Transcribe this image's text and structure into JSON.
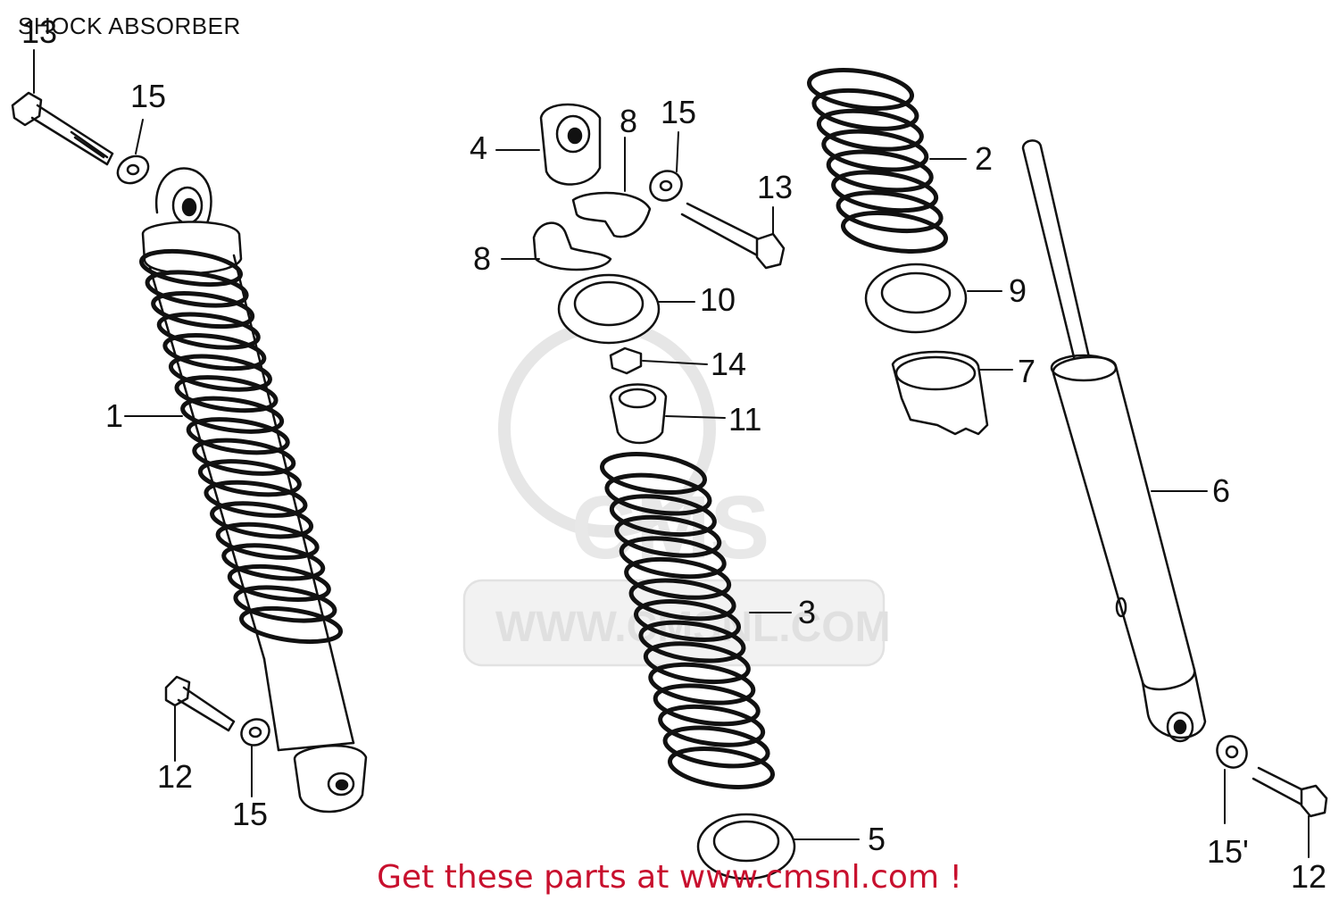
{
  "title": "SHOCK ABSORBER",
  "footer": {
    "text": "Get these parts at www.cmsnl.com !",
    "color": "#c8102e"
  },
  "watermark": {
    "logo_text": "CMS",
    "url_text": "WWW.CMSNL.COM",
    "color": "#e0e0e0"
  },
  "callouts": {
    "c13_top": "13",
    "c15_top": "15",
    "c1": "1",
    "c12_left": "12",
    "c15_left": "15",
    "c4": "4",
    "c8_upper": "8",
    "c15_mid": "15",
    "c13_mid": "13",
    "c8_lower": "8",
    "c10": "10",
    "c14": "14",
    "c11": "11",
    "c3": "3",
    "c5": "5",
    "c2": "2",
    "c9": "9",
    "c7": "7",
    "c6": "6",
    "c15_right": "15'",
    "c12_right": "12"
  }
}
